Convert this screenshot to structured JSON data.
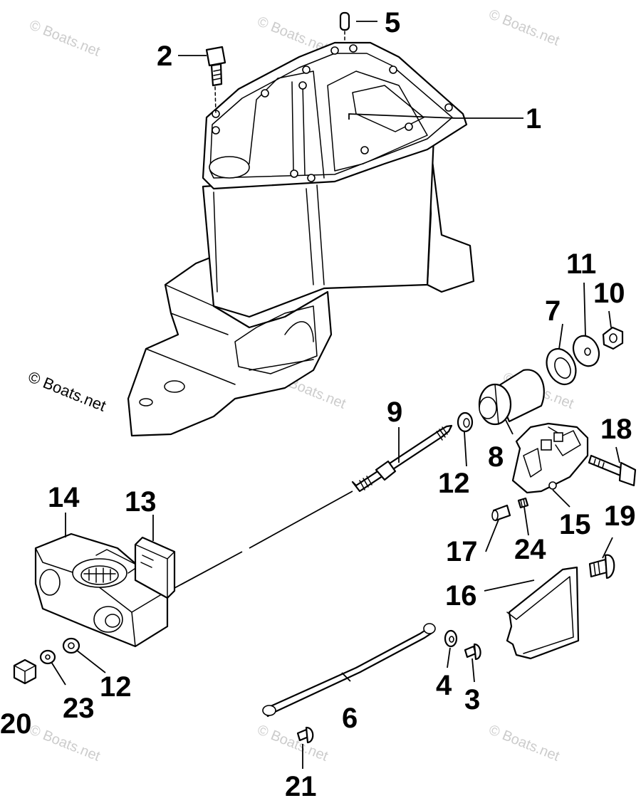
{
  "watermark": "© Boats.net",
  "watermark_color": "#cccccc",
  "callouts": [
    {
      "id": "c1",
      "text": "1"
    },
    {
      "id": "c2",
      "text": "2"
    },
    {
      "id": "c3",
      "text": "3"
    },
    {
      "id": "c4",
      "text": "4"
    },
    {
      "id": "c5",
      "text": "5"
    },
    {
      "id": "c6",
      "text": "6"
    },
    {
      "id": "c7",
      "text": "7"
    },
    {
      "id": "c8",
      "text": "8"
    },
    {
      "id": "c9",
      "text": "9"
    },
    {
      "id": "c10",
      "text": "10"
    },
    {
      "id": "c11",
      "text": "11"
    },
    {
      "id": "c12a",
      "text": "12"
    },
    {
      "id": "c12b",
      "text": "12"
    },
    {
      "id": "c13",
      "text": "13"
    },
    {
      "id": "c14",
      "text": "14"
    },
    {
      "id": "c15",
      "text": "15"
    },
    {
      "id": "c16",
      "text": "16"
    },
    {
      "id": "c17",
      "text": "17"
    },
    {
      "id": "c18",
      "text": "18"
    },
    {
      "id": "c19",
      "text": "19"
    },
    {
      "id": "c20",
      "text": "20"
    },
    {
      "id": "c21",
      "text": "21"
    },
    {
      "id": "c23",
      "text": "23"
    },
    {
      "id": "c24",
      "text": "24"
    }
  ]
}
